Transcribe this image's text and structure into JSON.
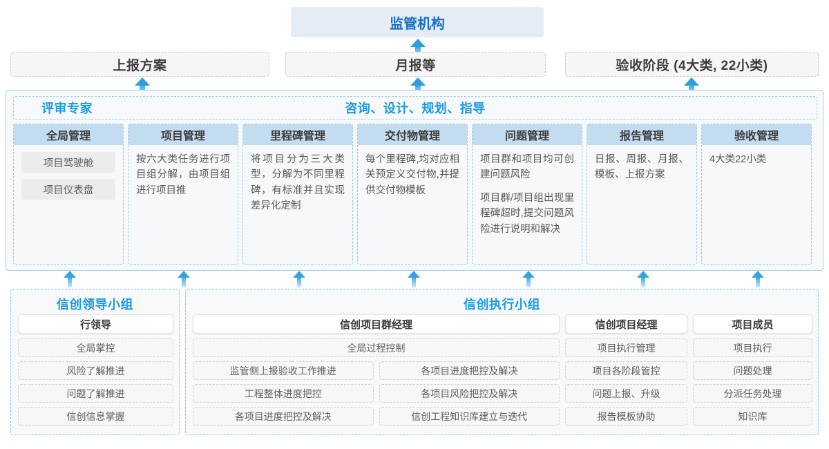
{
  "top": {
    "regulator": "监管机构",
    "channels": [
      {
        "label": "上报方案"
      },
      {
        "label": "月报等"
      },
      {
        "label": "验收阶段 (4大类, 22小类)"
      }
    ]
  },
  "platform": {
    "band_left": "评审专家",
    "band_mid": "咨询、设计、规划、指导",
    "columns": [
      {
        "title": "全局管理",
        "pills": [
          "项目驾驶舱",
          "项目仪表盘"
        ],
        "paragraphs": []
      },
      {
        "title": "项目管理",
        "pills": [],
        "paragraphs": [
          "按六大类任务进行项目组分解，由项目组进行项目推"
        ]
      },
      {
        "title": "里程碑管理",
        "pills": [],
        "paragraphs": [
          "将项目分为三大类型，分解为不同里程碑，有标准并且实现差异化定制"
        ]
      },
      {
        "title": "交付物管理",
        "pills": [],
        "paragraphs": [
          "每个里程碑,均对应相关预定义交付物,并提供交付物模板"
        ]
      },
      {
        "title": "问题管理",
        "pills": [],
        "paragraphs": [
          "项目群和项目均可创建问题风险",
          "项目群/项目组出现里程碑超时,提交问题风险进行说明和解决"
        ]
      },
      {
        "title": "报告管理",
        "pills": [],
        "paragraphs": [
          "日报、周报、月报、模板、上报方案"
        ]
      },
      {
        "title": "验收管理",
        "pills": [],
        "paragraphs": [
          "4大类22小类"
        ]
      }
    ]
  },
  "bottom": {
    "leader_group": {
      "title": "信创领导小组",
      "role": "行领导",
      "tasks": [
        "全局掌控",
        "风险了解推进",
        "问题了解推进",
        "信创信息掌握"
      ]
    },
    "exec_group": {
      "title": "信创执行小组",
      "program_manager": {
        "role": "信创项目群经理",
        "full_width_task": "全局过程控制",
        "left_tasks": [
          "监管侧上报验收工作推进",
          "工程整体进度把控",
          "各项目进度把控及解决"
        ],
        "right_tasks": [
          "各项目进度把控及解决",
          "各项目风险把控及解决",
          "信创工程知识库建立与迭代"
        ]
      },
      "project_manager": {
        "role": "信创项目经理",
        "tasks": [
          "项目执行管理",
          "项目各阶段管控",
          "问题上报、升级",
          "报告模板协助"
        ]
      },
      "project_member": {
        "role": "项目成员",
        "tasks": [
          "项目执行",
          "问题处理",
          "分派任务处理",
          "知识库"
        ]
      }
    }
  },
  "colors": {
    "accent_blue": "#1a9ae0",
    "header_blue": "#c3dcef",
    "regulator_bg": "#e6ecf5",
    "panel_bg": "#f8f9fa"
  }
}
